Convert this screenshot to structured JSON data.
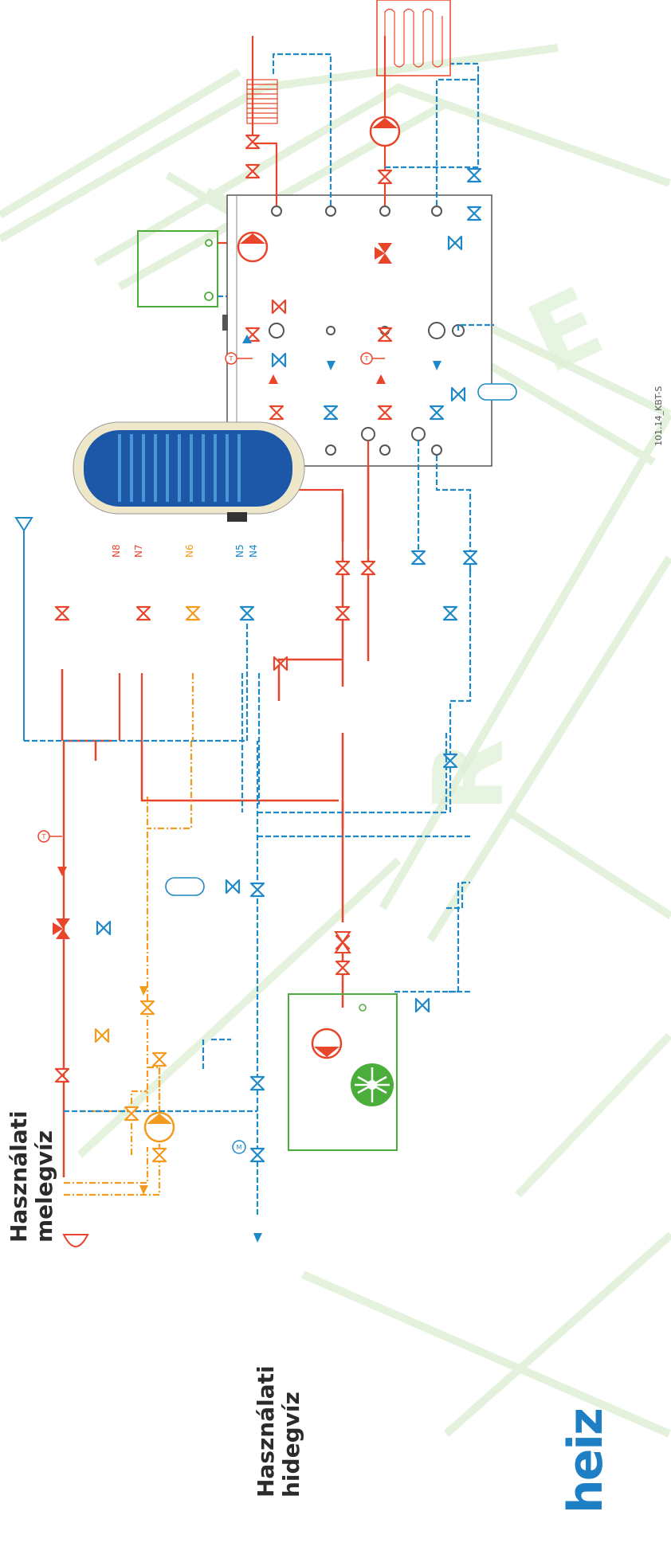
{
  "labels": {
    "hot_water": "Használati\nmelegvíz",
    "hot_water_line1": "Használati",
    "hot_water_line2": "melegvíz",
    "cold_water_line1": "Használati",
    "cold_water_line2": "hidegvíz",
    "diagram_code": "101.14_KBT-S",
    "brand": "heiz"
  },
  "tank_ports": [
    "N8",
    "N7",
    "N6",
    "N5",
    "N4"
  ],
  "sensor_symbol": "T",
  "motor_symbol": "M",
  "colors": {
    "hot": "#e8452a",
    "cold": "#1e88c8",
    "circulation": "#f39a1f",
    "equipment_green": "#4cae3a",
    "background_watermark": "#dff0d6",
    "logo": "#1f7fc4"
  },
  "icons": [
    "pump-icon",
    "valve-icon",
    "check-valve-icon",
    "thermometer-icon",
    "expansion-tank-icon",
    "mixing-valve-icon",
    "radiator-icon",
    "floor-heating-icon",
    "shower-head-icon",
    "fan-icon",
    "safety-valve-icon"
  ]
}
